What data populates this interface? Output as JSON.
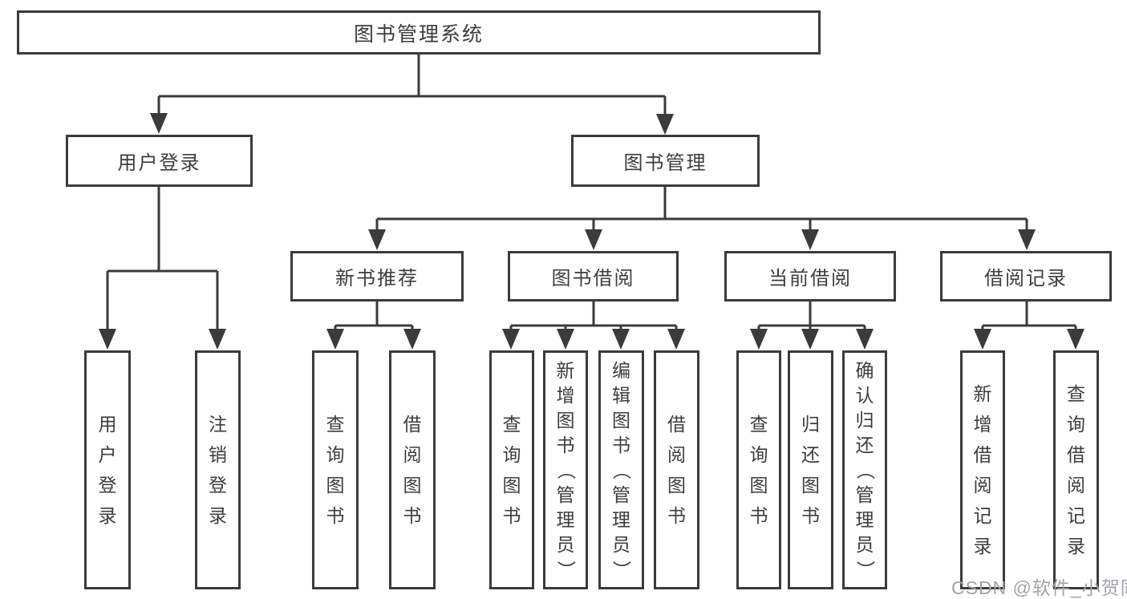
{
  "diagram": {
    "title_node": {
      "label": "图书管理系统"
    },
    "level2": [
      {
        "label": "用户登录"
      },
      {
        "label": "图书管理"
      }
    ],
    "level3": [
      {
        "label": "新书推荐"
      },
      {
        "label": "图书借阅"
      },
      {
        "label": "当前借阅"
      },
      {
        "label": "借阅记录"
      }
    ],
    "leaves": {
      "user_login": [
        "用户登录",
        "注销登录"
      ],
      "new_books": [
        "查询图书",
        "借阅图书"
      ],
      "book_borrow": [
        "查询图书",
        "新增图书（管理员）",
        "编辑图书（管理员）",
        "借阅图书"
      ],
      "current_borrow": [
        "查询图书",
        "归还图书",
        "确认归还（管理员）"
      ],
      "borrow_records": [
        "新增借阅记录",
        "查询借阅记录"
      ]
    },
    "colors": {
      "line": "#3b3b3b",
      "text": "#3d3d3d",
      "watermark_text": "#a2a3a8",
      "background": "#ffffff"
    },
    "watermark": "CSDN @软件_小贺同学"
  }
}
